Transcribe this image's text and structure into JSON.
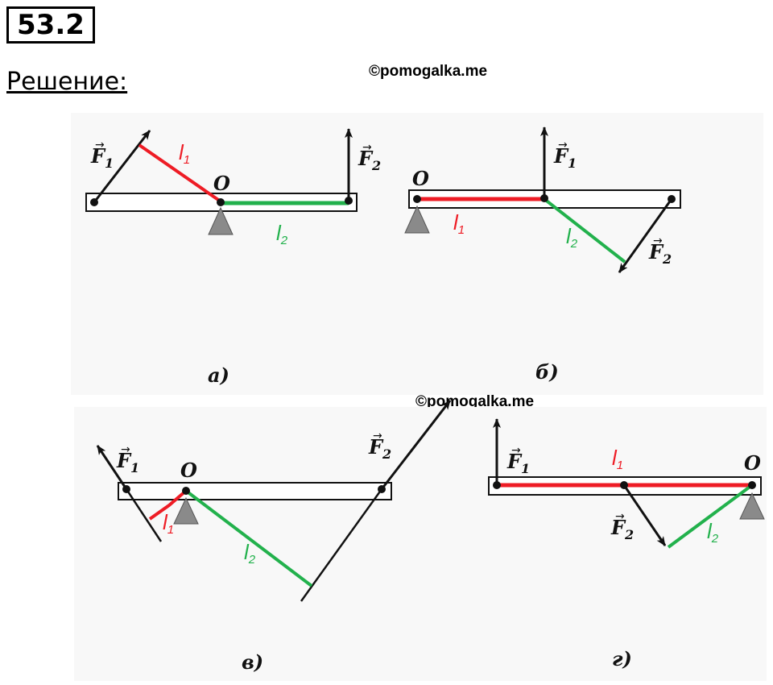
{
  "header": {
    "task_number": "53.2",
    "solution_label": "Решение:"
  },
  "watermarks": [
    "©pomogalka.me",
    "©pomogalka.me"
  ],
  "figures": {
    "a": {
      "caption": "а)",
      "pivot": "O",
      "force1": "F",
      "force1_sub": "1",
      "force2": "F",
      "force2_sub": "2",
      "arm1": "l",
      "arm1_sub": "1",
      "arm2": "l",
      "arm2_sub": "2"
    },
    "b": {
      "caption": "б)",
      "pivot": "O",
      "force1": "F",
      "force1_sub": "1",
      "force2": "F",
      "force2_sub": "2",
      "arm1": "l",
      "arm1_sub": "1",
      "arm2": "l",
      "arm2_sub": "2"
    },
    "v": {
      "caption": "в)",
      "pivot": "O",
      "force1": "F",
      "force1_sub": "1",
      "force2": "F",
      "force2_sub": "2",
      "arm1": "l",
      "arm1_sub": "1",
      "arm2": "l",
      "arm2_sub": "2"
    },
    "g": {
      "caption": "г)",
      "pivot": "O",
      "force1": "F",
      "force1_sub": "1",
      "force2": "F",
      "force2_sub": "2",
      "arm1": "l",
      "arm1_sub": "1",
      "arm2": "l",
      "arm2_sub": "2"
    }
  },
  "colors": {
    "arm1": "#ee1c25",
    "arm2": "#22b14c",
    "force": "#111111",
    "support": "#8a8a8a",
    "panel": "#f7f7f7"
  }
}
